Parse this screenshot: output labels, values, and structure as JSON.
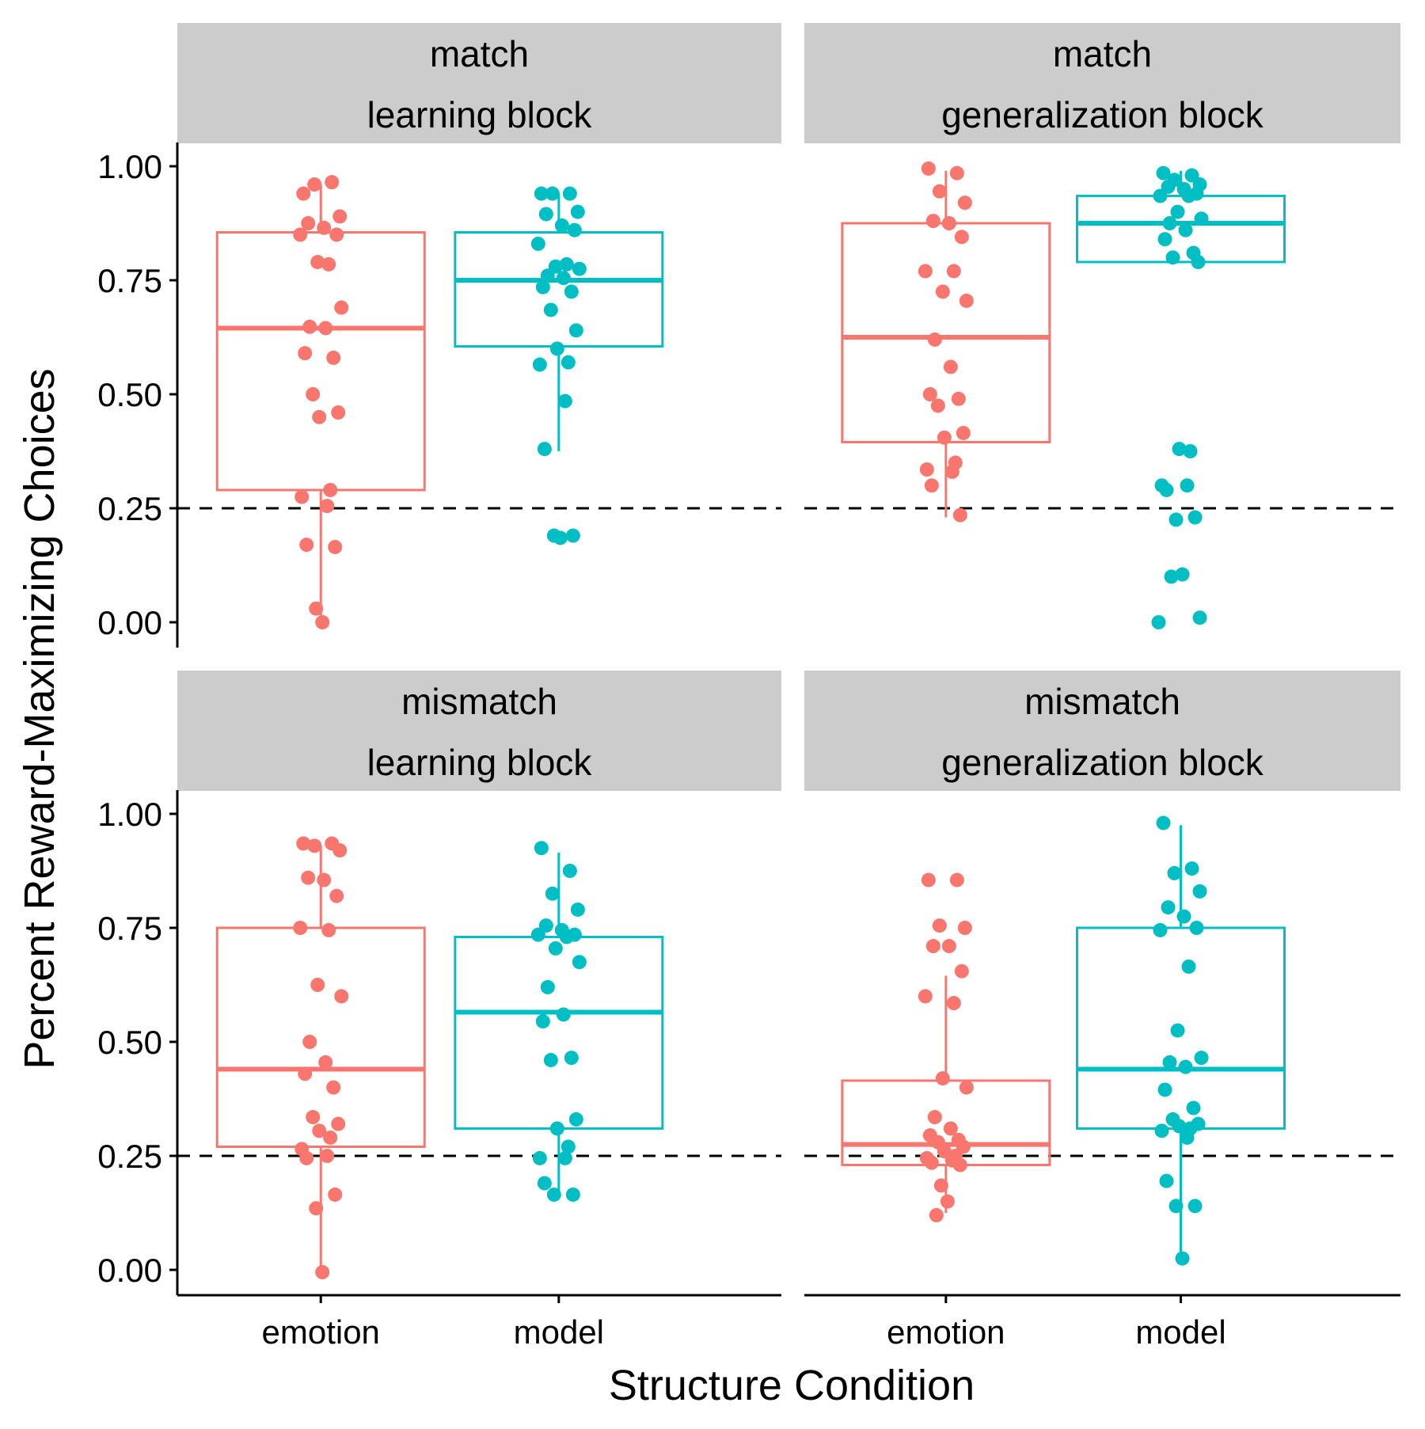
{
  "chart_data": {
    "type": "box",
    "xlabel": "Structure Condition",
    "ylabel": "Percent Reward-Maximizing Choices",
    "categories": [
      "emotion",
      "model"
    ],
    "colors": {
      "emotion": "#F8766D",
      "model": "#00BFC4"
    },
    "ylim": [
      -0.05,
      1.05
    ],
    "yticks": [
      0,
      0.25,
      0.5,
      0.75,
      1.0
    ],
    "ytick_labels": [
      "0.00",
      "0.25",
      "0.50",
      "0.75",
      "1.00"
    ],
    "reference_line": {
      "y": 0.25,
      "style": "dashed"
    },
    "grid": false,
    "legend": "none",
    "facet_rows": [
      "match",
      "mismatch"
    ],
    "facet_cols": [
      "learning block",
      "generalization block"
    ],
    "panels": [
      {
        "row": "match",
        "col": "learning block",
        "groups": [
          {
            "category": "emotion",
            "box": {
              "whisker_low": 0.0,
              "q1": 0.29,
              "median": 0.645,
              "q3": 0.855,
              "whisker_high": 0.96
            },
            "points": [
              0.94,
              0.965,
              0.96,
              0.89,
              0.875,
              0.865,
              0.85,
              0.85,
              0.785,
              0.79,
              0.69,
              0.648,
              0.645,
              0.59,
              0.58,
              0.5,
              0.46,
              0.45,
              0.29,
              0.275,
              0.255,
              0.17,
              0.165,
              0.03,
              0.0
            ]
          },
          {
            "category": "model",
            "box": {
              "whisker_low": 0.375,
              "q1": 0.605,
              "median": 0.75,
              "q3": 0.855,
              "whisker_high": 0.94
            },
            "points": [
              0.94,
              0.94,
              0.94,
              0.9,
              0.895,
              0.87,
              0.86,
              0.83,
              0.785,
              0.78,
              0.775,
              0.76,
              0.755,
              0.735,
              0.725,
              0.685,
              0.64,
              0.6,
              0.57,
              0.565,
              0.485,
              0.38,
              0.19,
              0.19,
              0.185
            ]
          }
        ]
      },
      {
        "row": "match",
        "col": "generalization block",
        "groups": [
          {
            "category": "emotion",
            "box": {
              "whisker_low": 0.23,
              "q1": 0.395,
              "median": 0.625,
              "q3": 0.875,
              "whisker_high": 0.99
            },
            "points": [
              0.995,
              0.985,
              0.945,
              0.92,
              0.88,
              0.875,
              0.845,
              0.77,
              0.77,
              0.725,
              0.705,
              0.62,
              0.56,
              0.5,
              0.49,
              0.475,
              0.415,
              0.405,
              0.35,
              0.335,
              0.33,
              0.3,
              0.235
            ]
          },
          {
            "category": "model",
            "box": {
              "whisker_low": 0.79,
              "q1": 0.79,
              "median": 0.875,
              "q3": 0.935,
              "whisker_high": 0.99
            },
            "points": [
              0.985,
              0.98,
              0.97,
              0.96,
              0.955,
              0.95,
              0.94,
              0.935,
              0.935,
              0.9,
              0.885,
              0.875,
              0.86,
              0.84,
              0.81,
              0.8,
              0.79,
              0.38,
              0.375,
              0.3,
              0.3,
              0.29,
              0.23,
              0.225,
              0.105,
              0.1,
              0.01,
              0.0
            ]
          }
        ]
      },
      {
        "row": "mismatch",
        "col": "learning block",
        "groups": [
          {
            "category": "emotion",
            "box": {
              "whisker_low": -0.005,
              "q1": 0.27,
              "median": 0.44,
              "q3": 0.75,
              "whisker_high": 0.93
            },
            "points": [
              0.935,
              0.935,
              0.93,
              0.92,
              0.86,
              0.855,
              0.82,
              0.75,
              0.745,
              0.625,
              0.6,
              0.5,
              0.455,
              0.43,
              0.4,
              0.335,
              0.32,
              0.305,
              0.29,
              0.265,
              0.25,
              0.245,
              0.165,
              0.135,
              -0.005
            ]
          },
          {
            "category": "model",
            "box": {
              "whisker_low": 0.165,
              "q1": 0.31,
              "median": 0.565,
              "q3": 0.73,
              "whisker_high": 0.915
            },
            "points": [
              0.925,
              0.875,
              0.825,
              0.79,
              0.755,
              0.745,
              0.735,
              0.735,
              0.73,
              0.705,
              0.675,
              0.62,
              0.56,
              0.545,
              0.465,
              0.46,
              0.33,
              0.31,
              0.27,
              0.245,
              0.245,
              0.19,
              0.165,
              0.165
            ]
          }
        ]
      },
      {
        "row": "mismatch",
        "col": "generalization block",
        "groups": [
          {
            "category": "emotion",
            "box": {
              "whisker_low": 0.125,
              "q1": 0.23,
              "median": 0.275,
              "q3": 0.415,
              "whisker_high": 0.645
            },
            "points": [
              0.855,
              0.855,
              0.755,
              0.75,
              0.71,
              0.71,
              0.655,
              0.6,
              0.585,
              0.42,
              0.4,
              0.335,
              0.31,
              0.295,
              0.285,
              0.28,
              0.27,
              0.26,
              0.25,
              0.245,
              0.24,
              0.235,
              0.23,
              0.185,
              0.15,
              0.12
            ]
          },
          {
            "category": "model",
            "box": {
              "whisker_low": 0.025,
              "q1": 0.31,
              "median": 0.44,
              "q3": 0.75,
              "whisker_high": 0.975
            },
            "points": [
              0.98,
              0.88,
              0.87,
              0.83,
              0.795,
              0.775,
              0.75,
              0.745,
              0.665,
              0.525,
              0.465,
              0.455,
              0.445,
              0.395,
              0.355,
              0.33,
              0.32,
              0.315,
              0.31,
              0.305,
              0.29,
              0.195,
              0.14,
              0.14,
              0.025
            ]
          }
        ]
      }
    ]
  }
}
